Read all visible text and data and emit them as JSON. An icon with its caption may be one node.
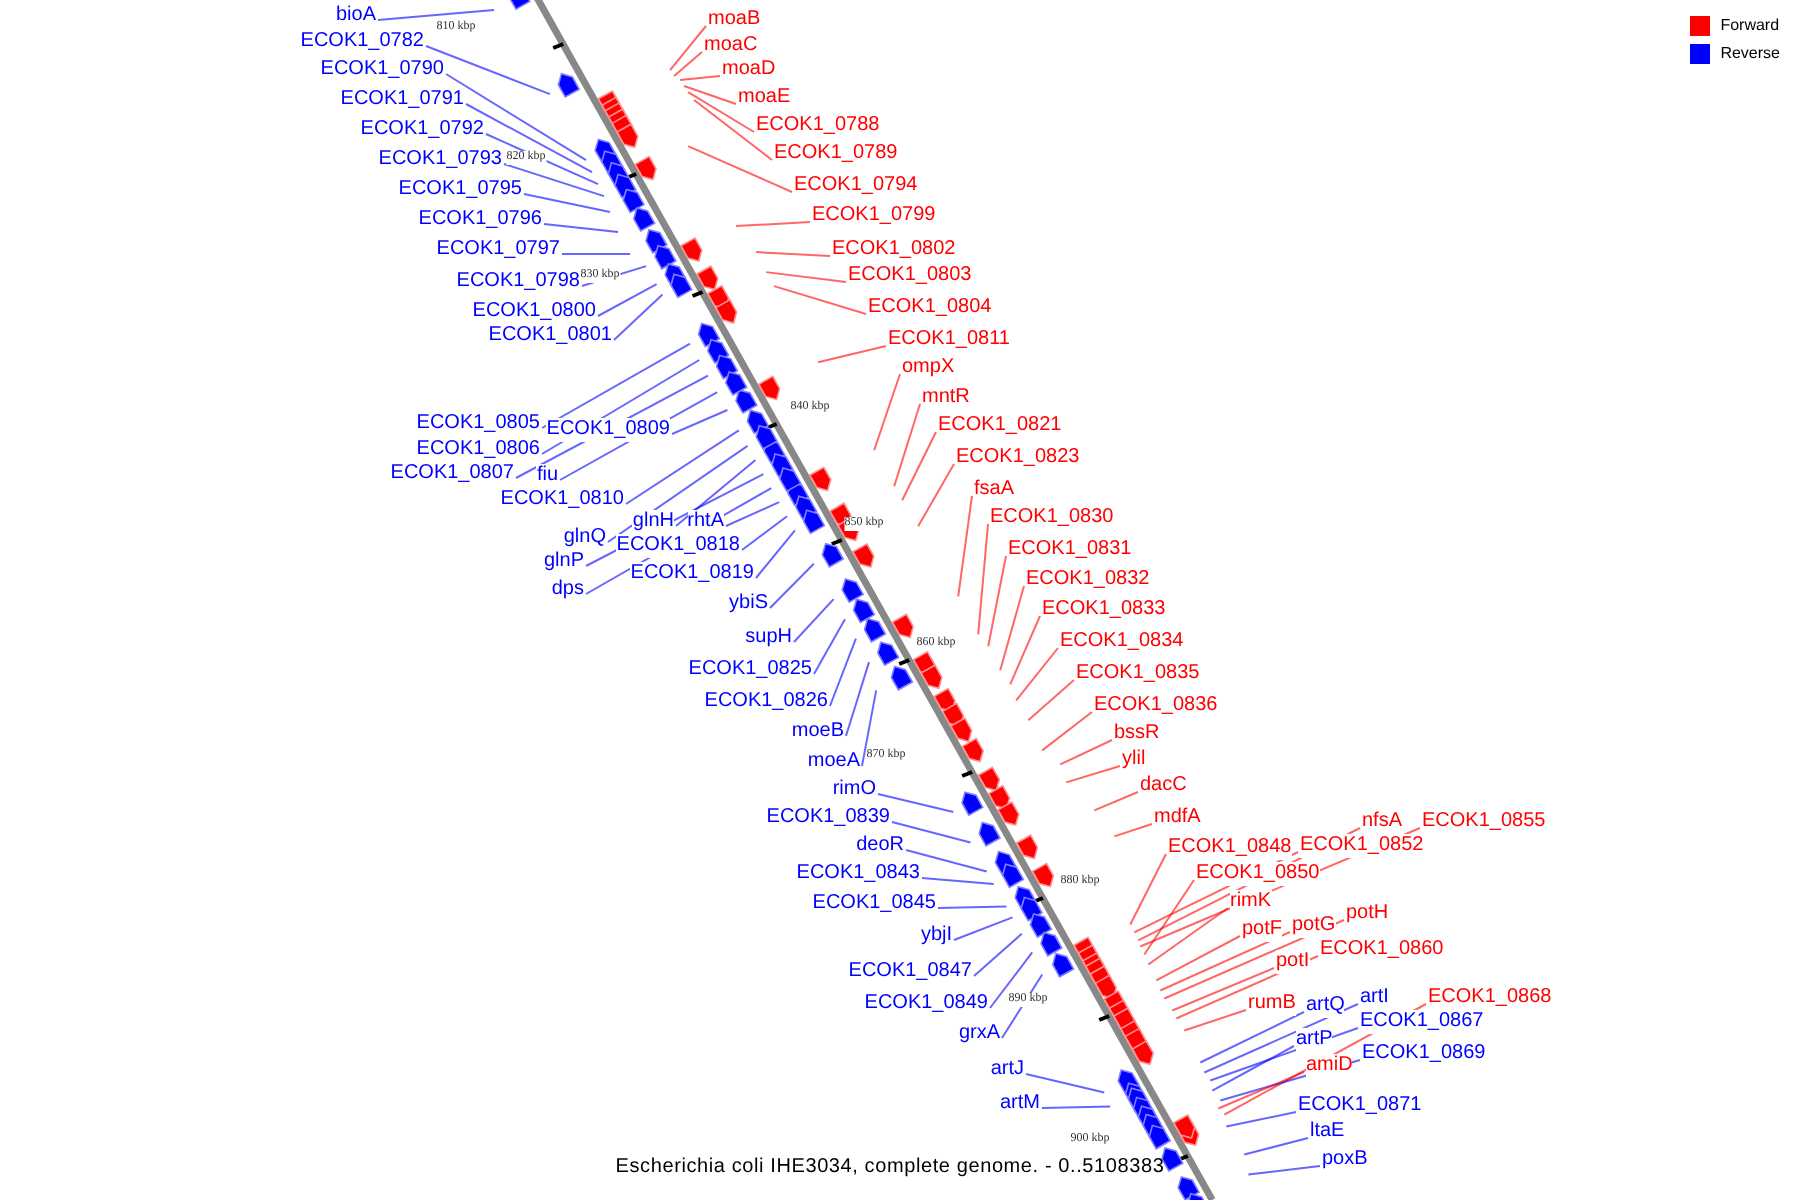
{
  "diagram": {
    "caption": "Escherichia coli IHE3034, complete genome. - 0..5108383",
    "nodes": [
      {
        "text": [
          "bioA"
        ]
      },
      {
        "text": [
          "ECOK1_0782"
        ]
      },
      {
        "text": [
          "ECOK1_0790"
        ]
      },
      {
        "text": [
          "ECOK1_0791"
        ]
      },
      {
        "text": [
          "ECOK1_0792"
        ]
      },
      {
        "text": [
          "ECOK1_0793"
        ]
      },
      {
        "text": [
          "ECOK1_0795"
        ]
      },
      {
        "text": [
          "ECOK1_0796"
        ]
      },
      {
        "text": [
          "ECOK1_0797"
        ]
      },
      {
        "text": [
          "ECOK1_0798"
        ]
      },
      {
        "text": [
          "ECOK1_0800"
        ]
      },
      {
        "text": [
          "ECOK1_0801"
        ]
      },
      {
        "text": [
          "ECOK1_0805"
        ]
      },
      {
        "text": [
          "ECOK1_0809"
        ]
      },
      {
        "text": [
          "ECOK1_0806"
        ]
      },
      {
        "text": [
          "ECOK1_0807"
        ]
      },
      {
        "text": [
          "fiu"
        ]
      },
      {
        "text": [
          "ECOK1_0810"
        ]
      },
      {
        "text": [
          "glnH"
        ]
      },
      {
        "text": [
          "rhtA"
        ]
      },
      {
        "text": [
          "glnQ"
        ]
      },
      {
        "text": [
          "ECOK1_0818"
        ]
      },
      {
        "text": [
          "glnP"
        ]
      },
      {
        "text": [
          "ECOK1_0819"
        ]
      },
      {
        "text": [
          "dps"
        ]
      },
      {
        "text": [
          "ybiS"
        ]
      },
      {
        "text": [
          "supH"
        ]
      },
      {
        "text": [
          "ECOK1_0825"
        ]
      },
      {
        "text": [
          "ECOK1_0826"
        ]
      },
      {
        "text": [
          "moeB"
        ]
      },
      {
        "text": [
          "moeA"
        ]
      },
      {
        "text": [
          "rimO"
        ]
      },
      {
        "text": [
          "ECOK1_0839"
        ]
      },
      {
        "text": [
          "deoR"
        ]
      },
      {
        "text": [
          "ECOK1_0843"
        ]
      },
      {
        "text": [
          "ECOK1_0845"
        ]
      },
      {
        "text": [
          "ybjI"
        ]
      },
      {
        "text": [
          "ECOK1_0847"
        ]
      },
      {
        "text": [
          "ECOK1_0849"
        ]
      },
      {
        "text": [
          "grxA"
        ]
      },
      {
        "text": [
          "artJ"
        ]
      },
      {
        "text": [
          "artM"
        ]
      },
      {
        "text": [
          "moaB"
        ]
      },
      {
        "text": [
          "moaC"
        ]
      },
      {
        "text": [
          "moaD"
        ]
      },
      {
        "text": [
          "moaE"
        ]
      },
      {
        "text": [
          "ECOK1_0788"
        ]
      },
      {
        "text": [
          "ECOK1_0789"
        ]
      },
      {
        "text": [
          "ECOK1_0794"
        ]
      },
      {
        "text": [
          "ECOK1_0799"
        ]
      },
      {
        "text": [
          "ECOK1_0802"
        ]
      },
      {
        "text": [
          "ECOK1_0803"
        ]
      },
      {
        "text": [
          "ECOK1_0804"
        ]
      },
      {
        "text": [
          "ECOK1_0811"
        ]
      },
      {
        "text": [
          "ompX"
        ]
      },
      {
        "text": [
          "mntR"
        ]
      },
      {
        "text": [
          "ECOK1_0821"
        ]
      },
      {
        "text": [
          "ECOK1_0823"
        ]
      },
      {
        "text": [
          "fsaA"
        ]
      },
      {
        "text": [
          "ECOK1_0830"
        ]
      },
      {
        "text": [
          "ECOK1_0831"
        ]
      },
      {
        "text": [
          "ECOK1_0832"
        ]
      },
      {
        "text": [
          "ECOK1_0833"
        ]
      },
      {
        "text": [
          "ECOK1_0834"
        ]
      },
      {
        "text": [
          "ECOK1_0835"
        ]
      },
      {
        "text": [
          "ECOK1_0836"
        ]
      },
      {
        "text": [
          "bssR"
        ]
      },
      {
        "text": [
          "ylil"
        ]
      },
      {
        "text": [
          "dacC"
        ]
      },
      {
        "text": [
          "mdfA"
        ]
      },
      {
        "text": [
          "ECOK1_0848"
        ]
      },
      {
        "text": [
          "ECOK1_0852"
        ]
      },
      {
        "text": [
          "nfsA"
        ]
      },
      {
        "text": [
          "ECOK1_0855"
        ]
      },
      {
        "text": [
          "ECOK1_0850"
        ]
      },
      {
        "text": [
          "rimK"
        ]
      },
      {
        "text": [
          "potF"
        ]
      },
      {
        "text": [
          "potG"
        ]
      },
      {
        "text": [
          "potH"
        ]
      },
      {
        "text": [
          "potI"
        ]
      },
      {
        "text": [
          "ECOK1_0860"
        ]
      },
      {
        "text": [
          "rumB"
        ]
      },
      {
        "text": [
          "artQ"
        ]
      },
      {
        "text": [
          "artI"
        ]
      },
      {
        "text": [
          "ECOK1_0868"
        ]
      },
      {
        "text": [
          "ECOK1_0867"
        ]
      },
      {
        "text": [
          "artP"
        ]
      },
      {
        "text": [
          "ECOK1_0869"
        ]
      },
      {
        "text": [
          "amiD"
        ]
      },
      {
        "text": [
          "ECOK1_0871"
        ]
      },
      {
        "text": [
          "ltaE"
        ]
      },
      {
        "text": [
          "poxB"
        ]
      }
    ],
    "edges": [
      {
        "from": 0,
        "to": null,
        "arrow": "none"
      },
      {
        "from": 1,
        "to": null,
        "arrow": "none"
      },
      {
        "from": 2,
        "to": null,
        "arrow": "none"
      },
      {
        "from": 3,
        "to": null,
        "arrow": "none"
      },
      {
        "from": 4,
        "to": null,
        "arrow": "none"
      },
      {
        "from": 5,
        "to": null,
        "arrow": "none"
      },
      {
        "from": 6,
        "to": null,
        "arrow": "none"
      },
      {
        "from": 7,
        "to": null,
        "arrow": "none"
      },
      {
        "from": 8,
        "to": null,
        "arrow": "none"
      },
      {
        "from": 9,
        "to": null,
        "arrow": "none"
      },
      {
        "from": 10,
        "to": null,
        "arrow": "none"
      },
      {
        "from": 11,
        "to": null,
        "arrow": "none"
      },
      {
        "from": 12,
        "to": null,
        "arrow": "none"
      },
      {
        "from": 13,
        "to": null,
        "arrow": "none"
      },
      {
        "from": 14,
        "to": null,
        "arrow": "none"
      },
      {
        "from": 15,
        "to": null,
        "arrow": "none"
      },
      {
        "from": 16,
        "to": null,
        "arrow": "none"
      },
      {
        "from": 17,
        "to": null,
        "arrow": "none"
      },
      {
        "from": 18,
        "to": null,
        "arrow": "none"
      },
      {
        "from": 19,
        "to": null,
        "arrow": "none"
      },
      {
        "from": 20,
        "to": null,
        "arrow": "none"
      },
      {
        "from": 21,
        "to": null,
        "arrow": "none"
      },
      {
        "from": 22,
        "to": null,
        "arrow": "none"
      },
      {
        "from": 23,
        "to": null,
        "arrow": "none"
      },
      {
        "from": 24,
        "to": null,
        "arrow": "none"
      },
      {
        "from": 25,
        "to": null,
        "arrow": "none"
      },
      {
        "from": 26,
        "to": null,
        "arrow": "none"
      },
      {
        "from": 27,
        "to": null,
        "arrow": "none"
      },
      {
        "from": 28,
        "to": null,
        "arrow": "none"
      },
      {
        "from": 29,
        "to": null,
        "arrow": "none"
      },
      {
        "from": 30,
        "to": null,
        "arrow": "none"
      },
      {
        "from": 31,
        "to": null,
        "arrow": "none"
      },
      {
        "from": 32,
        "to": null,
        "arrow": "none"
      },
      {
        "from": 33,
        "to": null,
        "arrow": "none"
      },
      {
        "from": 34,
        "to": null,
        "arrow": "none"
      },
      {
        "from": 35,
        "to": null,
        "arrow": "none"
      },
      {
        "from": 36,
        "to": null,
        "arrow": "none"
      },
      {
        "from": 37,
        "to": null,
        "arrow": "none"
      },
      {
        "from": 38,
        "to": null,
        "arrow": "none"
      },
      {
        "from": 39,
        "to": null,
        "arrow": "none"
      },
      {
        "from": 40,
        "to": null,
        "arrow": "none"
      },
      {
        "from": 41,
        "to": null,
        "arrow": "none"
      },
      {
        "from": 42,
        "to": null,
        "arrow": "none",
        "color": "#ff0000"
      },
      {
        "from": 43,
        "to": null,
        "arrow": "none",
        "color": "#ff0000"
      },
      {
        "from": 44,
        "to": null,
        "arrow": "none",
        "color": "#ff0000"
      },
      {
        "from": 45,
        "to": null,
        "arrow": "none",
        "color": "#ff0000"
      },
      {
        "from": 46,
        "to": null,
        "arrow": "none",
        "color": "#ff0000"
      },
      {
        "from": 47,
        "to": null,
        "arrow": "none",
        "color": "#ff0000"
      },
      {
        "from": 48,
        "to": null,
        "arrow": "none",
        "color": "#ff0000"
      },
      {
        "from": 49,
        "to": null,
        "arrow": "none",
        "color": "#ff0000"
      },
      {
        "from": 50,
        "to": null,
        "arrow": "none",
        "color": "#ff0000"
      },
      {
        "from": 51,
        "to": null,
        "arrow": "none",
        "color": "#ff0000"
      },
      {
        "from": 52,
        "to": null,
        "arrow": "none",
        "color": "#ff0000"
      },
      {
        "from": 53,
        "to": null,
        "arrow": "none",
        "color": "#ff0000"
      },
      {
        "from": 54,
        "to": null,
        "arrow": "none",
        "color": "#ff0000"
      },
      {
        "from": 55,
        "to": null,
        "arrow": "none",
        "color": "#ff0000"
      },
      {
        "from": 56,
        "to": null,
        "arrow": "none",
        "color": "#ff0000"
      },
      {
        "from": 57,
        "to": null,
        "arrow": "none",
        "color": "#ff0000"
      },
      {
        "from": 58,
        "to": null,
        "arrow": "none",
        "color": "#ff0000"
      },
      {
        "from": 59,
        "to": null,
        "arrow": "none",
        "color": "#ff0000"
      },
      {
        "from": 60,
        "to": null,
        "arrow": "none",
        "color": "#ff0000"
      },
      {
        "from": 61,
        "to": null,
        "arrow": "none",
        "color": "#ff0000"
      },
      {
        "from": 62,
        "to": null,
        "arrow": "none",
        "color": "#ff0000"
      },
      {
        "from": 63,
        "to": null,
        "arrow": "none",
        "color": "#ff0000"
      },
      {
        "from": 64,
        "to": null,
        "arrow": "none",
        "color": "#ff0000"
      },
      {
        "from": 65,
        "to": null,
        "arrow": "none",
        "color": "#ff0000"
      },
      {
        "from": 66,
        "to": null,
        "arrow": "none",
        "color": "#ff0000"
      },
      {
        "from": 67,
        "to": null,
        "arrow": "none",
        "color": "#ff0000"
      },
      {
        "from": 68,
        "to": null,
        "arrow": "none",
        "color": "#ff0000"
      },
      {
        "from": 69,
        "to": null,
        "arrow": "none",
        "color": "#ff0000"
      },
      {
        "from": 70,
        "to": null,
        "arrow": "none",
        "color": "#ff0000"
      },
      {
        "from": 71,
        "to": null,
        "arrow": "none",
        "color": "#ff0000"
      },
      {
        "from": 72,
        "to": null,
        "arrow": "none",
        "color": "#ff0000"
      },
      {
        "from": 73,
        "to": null,
        "arrow": "none",
        "color": "#ff0000"
      },
      {
        "from": 74,
        "to": null,
        "arrow": "none",
        "color": "#ff0000"
      },
      {
        "from": 75,
        "to": null,
        "arrow": "none",
        "color": "#ff0000"
      },
      {
        "from": 76,
        "to": null,
        "arrow": "none",
        "color": "#ff0000"
      },
      {
        "from": 77,
        "to": null,
        "arrow": "none",
        "color": "#ff0000"
      },
      {
        "from": 78,
        "to": null,
        "arrow": "none",
        "color": "#ff0000"
      },
      {
        "from": 79,
        "to": null,
        "arrow": "none",
        "color": "#ff0000"
      },
      {
        "from": 80,
        "to": null,
        "arrow": "none",
        "color": "#ff0000"
      },
      {
        "from": 81,
        "to": null,
        "arrow": "none",
        "color": "#ff0000"
      },
      {
        "from": 82,
        "to": null,
        "arrow": "none"
      },
      {
        "from": 83,
        "to": null,
        "arrow": "none"
      },
      {
        "from": 84,
        "to": null,
        "arrow": "none",
        "color": "#ff0000"
      },
      {
        "from": 85,
        "to": null,
        "arrow": "none"
      },
      {
        "from": 86,
        "to": null,
        "arrow": "none"
      },
      {
        "from": 87,
        "to": null,
        "arrow": "none"
      },
      {
        "from": 88,
        "to": null,
        "arrow": "none",
        "color": "#ff0000"
      },
      {
        "from": 89,
        "to": null,
        "arrow": "none"
      },
      {
        "from": 90,
        "to": null,
        "arrow": "none"
      },
      {
        "from": 91,
        "to": null,
        "arrow": "none"
      }
    ],
    "labels": [
      "810 kbp",
      "820 kbp",
      "830 kbp",
      "840 kbp",
      "850 kbp",
      "860 kbp",
      "870 kbp",
      "880 kbp",
      "890 kbp",
      "900 kbp"
    ],
    "legend": [
      {
        "text": "Forward",
        "color": "#ff0000"
      },
      {
        "text": "Reverse",
        "color": "#0000ff"
      }
    ]
  }
}
